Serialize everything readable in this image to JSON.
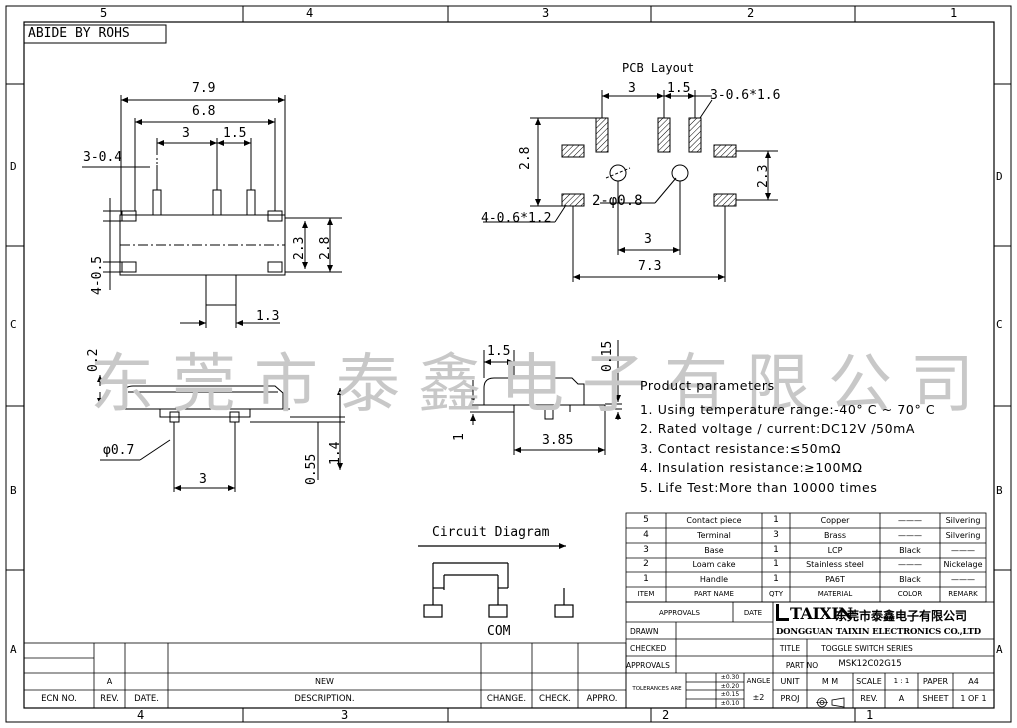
{
  "frame": {
    "top_zones": [
      "5",
      "4",
      "3",
      "2",
      "1"
    ],
    "bottom_zones": [
      "4",
      "3",
      "2",
      "1"
    ],
    "left_zones": [
      "D",
      "C",
      "B",
      "A"
    ],
    "right_zones": [
      "D",
      "C",
      "B",
      "A"
    ]
  },
  "compliance_label": "ABIDE BY ROHS",
  "watermark": "东莞市泰鑫电子有限公司",
  "front_view": {
    "dims": {
      "overall_w": "7.9",
      "inner_w": "6.8",
      "pin_pitch_3": "3",
      "pin_pitch_15": "1.5",
      "pin_w": "3-0.4",
      "height_23": "2.3",
      "height_28": "2.8",
      "tab_45": "4-0.5",
      "handle_13": "1.3"
    }
  },
  "side_view": {
    "dims": {
      "t02": "0.2",
      "dia07": "φ0.7",
      "d3": "3",
      "d055": "0.55",
      "d14": "1.4"
    }
  },
  "end_view": {
    "dims": {
      "d15": "1.5",
      "d015": "0.15",
      "d1": "1",
      "d385": "3.85"
    }
  },
  "pcb_layout": {
    "title": "PCB Layout",
    "dims": {
      "d3": "3",
      "d15": "1.5",
      "slots": "3-0.6*1.6",
      "d28": "2.8",
      "holes": "2-φ0.8",
      "pads": "4-0.6*1.2",
      "d23": "2.3",
      "bottom3": "3",
      "bottom73": "7.3"
    }
  },
  "product_parameters": {
    "title": "Product parameters",
    "items": [
      "1. Using temperature range:-40° C ~ 70° C",
      "2. Rated voltage / current:DC12V /50mA",
      "3. Contact resistance:≤50mΩ",
      "4. Insulation resistance:≥100MΩ",
      "5. Life Test:More than 10000 times"
    ]
  },
  "circuit": {
    "title": "Circuit Diagram",
    "com_label": "COM"
  },
  "bom": {
    "rows": [
      {
        "item": "5",
        "name": "Contact piece",
        "qty": "1",
        "material": "Copper",
        "color": "———",
        "remark": "Silvering"
      },
      {
        "item": "4",
        "name": "Terminal",
        "qty": "3",
        "material": "Brass",
        "color": "———",
        "remark": "Silvering"
      },
      {
        "item": "3",
        "name": "Base",
        "qty": "1",
        "material": "LCP",
        "color": "Black",
        "remark": "———"
      },
      {
        "item": "2",
        "name": "Loam cake",
        "qty": "1",
        "material": "Stainless steel",
        "color": "———",
        "remark": "Nickelage"
      },
      {
        "item": "1",
        "name": "Handle",
        "qty": "1",
        "material": "PA6T",
        "color": "Black",
        "remark": "———"
      }
    ],
    "headers": {
      "item": "ITEM",
      "name": "PART NAME",
      "qty": "QTY",
      "material": "MATERIAL",
      "color": "COLOR",
      "remark": "REMARK"
    }
  },
  "title_block": {
    "approvals_1": "APPROVALS",
    "date": "DATE",
    "logo": "TAIXIN",
    "company_cn": "东莞市泰鑫电子有限公司",
    "company_en": "DONGGUAN TAIXIN ELECTRONICS CO.,LTD",
    "drawn": "DRAWN",
    "checked": "CHECKED",
    "approvals_2": "APPROVALS",
    "title_label": "TITLE",
    "title_value": "TOGGLE SWITCH SERIES",
    "part_no_label": "PART NO",
    "part_no_value": "MSK12C02G15",
    "tolerances": "TOLERANCES ARE",
    "tol_values": [
      "±0.30",
      "±0.20",
      "±0.15",
      "±0.10"
    ],
    "angle_label": "ANGLE",
    "angle_value": "±2",
    "unit_label": "UNIT",
    "unit_value": "M M",
    "scale_label": "SCALE",
    "scale_value": "1 : 1",
    "paper_label": "PAPER",
    "paper_value": "A4",
    "proj_label": "PROJ",
    "rev_label": "REV.",
    "rev_value": "A",
    "sheet_label": "SHEET",
    "sheet_value": "1 OF 1"
  },
  "revision_block": {
    "rev_a": "A",
    "new": "NEW",
    "ecn": "ECN NO.",
    "rev": "REV.",
    "date": "DATE.",
    "description": "DESCRIPTION.",
    "change": "CHANGE.",
    "check": "CHECK.",
    "appro": "APPRO."
  }
}
